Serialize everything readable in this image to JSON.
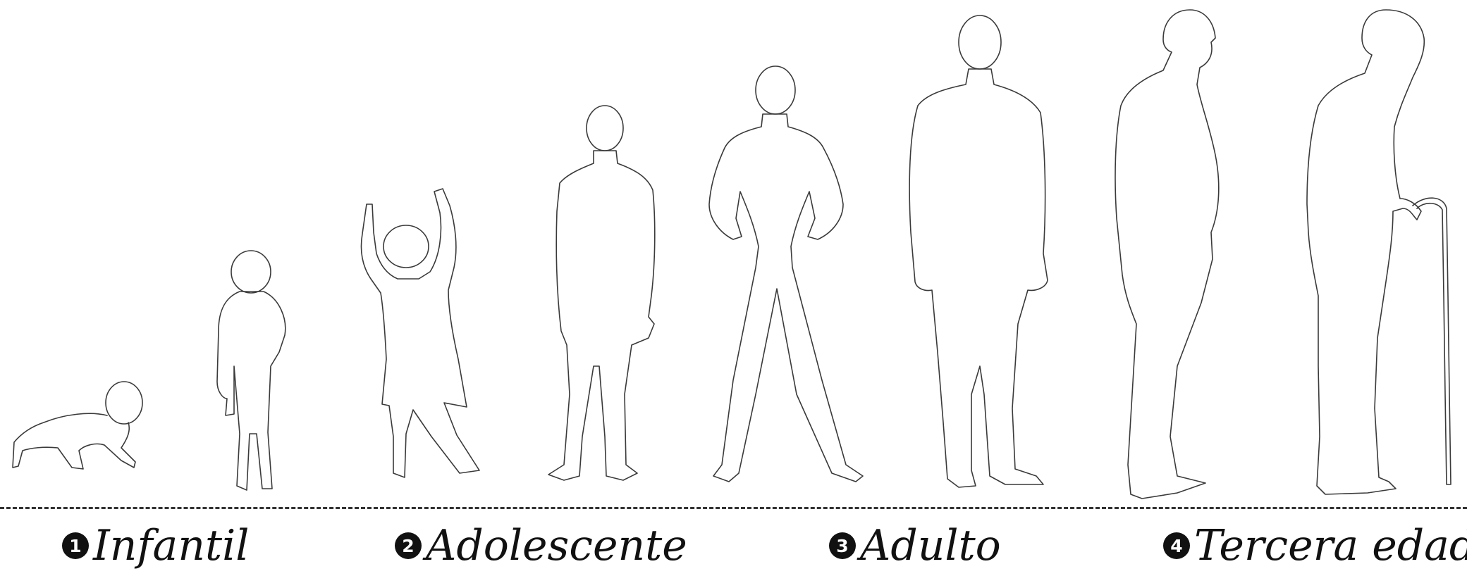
{
  "stages": [
    {
      "number": "1",
      "label": "Infantil"
    },
    {
      "number": "2",
      "label": "Adolescente"
    },
    {
      "number": "3",
      "label": "Adulto"
    },
    {
      "number": "4",
      "label": "Tercera edad"
    }
  ],
  "figures": [
    {
      "icon": "crawling-baby-silhouette-icon"
    },
    {
      "icon": "toddler-silhouette-icon"
    },
    {
      "icon": "child-arms-raised-silhouette-icon"
    },
    {
      "icon": "teenager-silhouette-icon"
    },
    {
      "icon": "young-man-hands-on-hips-silhouette-icon"
    },
    {
      "icon": "adult-man-silhouette-icon"
    },
    {
      "icon": "elderly-man-stooped-silhouette-icon"
    },
    {
      "icon": "elderly-man-with-cane-silhouette-icon"
    }
  ],
  "colors": {
    "outline": "#3a3a3a",
    "text": "#111111",
    "background": "#ffffff"
  }
}
